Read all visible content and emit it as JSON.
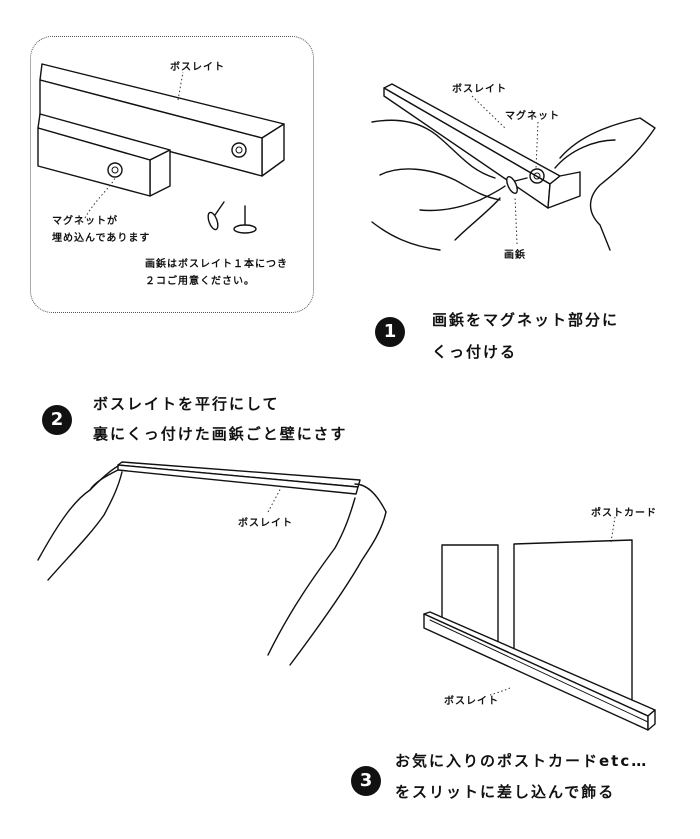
{
  "labels": {
    "boslate": "ボスレイト",
    "magnet": "マグネット",
    "pin": "画鋲",
    "postcard": "ポストカード"
  },
  "box": {
    "magnet_note_1": "マグネットが",
    "magnet_note_2": "埋め込んであります",
    "pin_note_1": "画鋲はボスレイト１本につき",
    "pin_note_2": "２コご用意ください。"
  },
  "steps": [
    {
      "num": "1",
      "line1": "画鋲をマグネット部分に",
      "line2": "くっ付ける"
    },
    {
      "num": "2",
      "line1": "ボスレイトを平行にして",
      "line2": "裏にくっ付けた画鋲ごと壁にさす"
    },
    {
      "num": "3",
      "line1": "お気に入りのポストカードetc…",
      "line2": "をスリットに差し込んで飾る"
    }
  ]
}
